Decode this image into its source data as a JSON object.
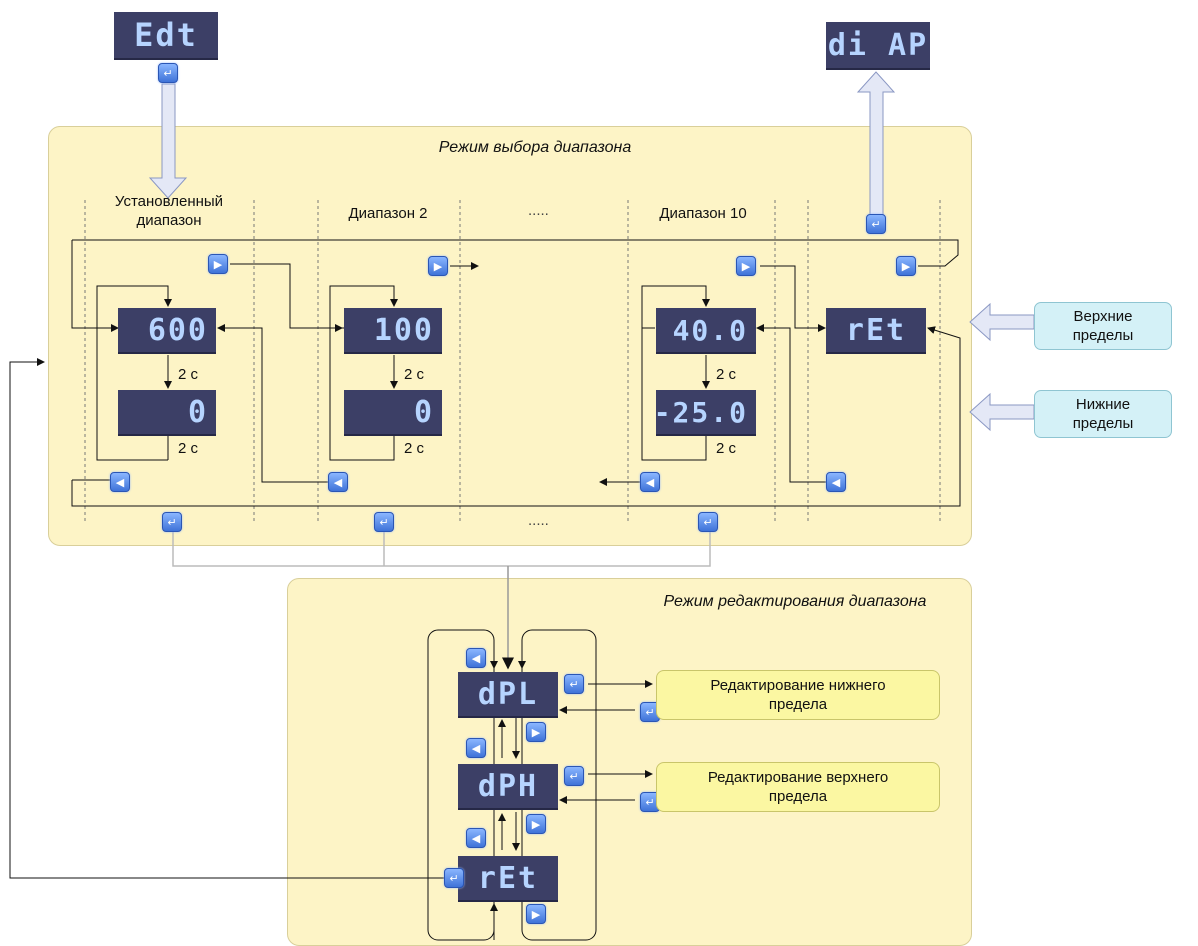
{
  "top": {
    "edit_lcd": "Edt",
    "display_lcd": "di AP"
  },
  "range_select": {
    "title": "Режим выбора диапазона",
    "column_installed": "Установленный диапазон",
    "column_range2": "Диапазон 2",
    "column_dots": ".....",
    "column_range10": "Диапазон 10",
    "bottom_dots": ".....",
    "installed": {
      "upper": "600",
      "lower": "0"
    },
    "range2": {
      "upper": "100",
      "lower": "0"
    },
    "range10": {
      "upper": "40.0",
      "lower": "-25.0"
    },
    "return_lcd": "rEt",
    "delay_label": "2 c"
  },
  "labels": {
    "upper_limits": "Верхние пределы",
    "lower_limits": "Нижние пределы"
  },
  "range_edit": {
    "title": "Режим редактирования диапазона",
    "dpl_lcd": "dPL",
    "dph_lcd": "dPH",
    "return_lcd": "rEt",
    "edit_lower": "Редактирование нижнего предела",
    "edit_upper": "Редактирование верхнего предела"
  },
  "icons": {
    "enter": "enter-key-icon",
    "right": "right-arrow-key-icon",
    "left": "left-arrow-key-icon"
  },
  "colors": {
    "lcd_bg": "#3c3f66",
    "lcd_text": "#b6d4ff",
    "panel_bg": "#fdf4c6",
    "key_blue": "#3f73d8"
  }
}
